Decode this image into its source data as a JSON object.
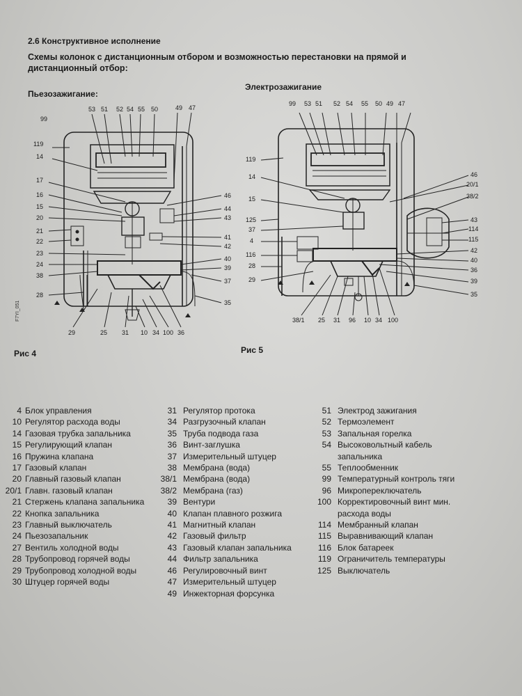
{
  "section": {
    "title": "2.6 Конструктивное исполнение"
  },
  "subtitle": "Схемы колонок с дистанционным отбором и возможностью перестановки на прямой и дистанционный отбор:",
  "figure_left": {
    "heading": "Пьезозажигание:",
    "caption": "Рис 4",
    "side_note": "F7YI_051",
    "labels": [
      "99",
      "53",
      "51",
      "52",
      "54",
      "55",
      "50",
      "49",
      "47",
      "119",
      "14",
      "17",
      "16",
      "15",
      "20",
      "21",
      "22",
      "23",
      "24",
      "38",
      "28",
      "46",
      "44",
      "43",
      "41",
      "42",
      "40",
      "39",
      "37",
      "35",
      "29",
      "25",
      "31",
      "10",
      "34",
      "100",
      "36"
    ]
  },
  "figure_right": {
    "heading": "Электрозажигание",
    "caption": "Рис 5",
    "labels": [
      "99",
      "53",
      "51",
      "52",
      "54",
      "55",
      "50",
      "49",
      "47",
      "119",
      "14",
      "15",
      "125",
      "37",
      "4",
      "116",
      "28",
      "29",
      "46",
      "20/1",
      "38/2",
      "43",
      "114",
      "115",
      "42",
      "40",
      "36",
      "39",
      "35",
      "38/1",
      "25",
      "31",
      "96",
      "10",
      "34",
      "100"
    ]
  },
  "legend": {
    "col1": [
      {
        "num": "4",
        "text": "Блок управления"
      },
      {
        "num": "10",
        "text": "Регулятор расхода воды"
      },
      {
        "num": "14",
        "text": "Газовая трубка запальника"
      },
      {
        "num": "15",
        "text": "Регулирующий клапан"
      },
      {
        "num": "16",
        "text": "Пружина клапана"
      },
      {
        "num": "17",
        "text": "Газовый клапан"
      },
      {
        "num": "20",
        "text": "Главный газовый клапан"
      },
      {
        "num": "20/1",
        "text": "Главн. газовый клапан"
      },
      {
        "num": "21",
        "text": "Стержень клапана запальника"
      },
      {
        "num": "22",
        "text": "Кнопка запальника"
      },
      {
        "num": "23",
        "text": "Главный выключатель"
      },
      {
        "num": "24",
        "text": "Пьезозапальник"
      },
      {
        "num": "27",
        "text": "Вентиль холодной воды"
      },
      {
        "num": "28",
        "text": "Трубопровод горячей воды"
      },
      {
        "num": "29",
        "text": "Трубопровод холодной воды"
      },
      {
        "num": "30",
        "text": "Штуцер горячей воды"
      }
    ],
    "col2": [
      {
        "num": "31",
        "text": "Регулятор протока"
      },
      {
        "num": "34",
        "text": "Разгрузочный клапан"
      },
      {
        "num": "35",
        "text": "Труба подвода газа"
      },
      {
        "num": "36",
        "text": "Винт-заглушка"
      },
      {
        "num": "37",
        "text": "Измерительный штуцер"
      },
      {
        "num": "38",
        "text": "Мембрана (вода)"
      },
      {
        "num": "38/1",
        "text": "Мембрана (вода)"
      },
      {
        "num": "38/2",
        "text": "Мембрана (газ)"
      },
      {
        "num": "39",
        "text": "Вентури"
      },
      {
        "num": "40",
        "text": "Клапан плавного розжига"
      },
      {
        "num": "41",
        "text": "Магнитный клапан"
      },
      {
        "num": "42",
        "text": "Газовый фильтр"
      },
      {
        "num": "43",
        "text": "Газовый клапан запальника"
      },
      {
        "num": "44",
        "text": "Фильтр запальника"
      },
      {
        "num": "46",
        "text": "Регулировочный винт"
      },
      {
        "num": "47",
        "text": "Измерительный штуцер"
      },
      {
        "num": "49",
        "text": "Инжекторная форсунка"
      }
    ],
    "col3": [
      {
        "num": "51",
        "text": "Электрод зажигания"
      },
      {
        "num": "52",
        "text": "Термоэлемент"
      },
      {
        "num": "53",
        "text": "Запальная горелка"
      },
      {
        "num": "54",
        "text": "Высоковольтный кабель запальника"
      },
      {
        "num": "55",
        "text": "Теплообменник"
      },
      {
        "num": "99",
        "text": "Температурный контроль тяги"
      },
      {
        "num": "96",
        "text": "Микропереключатель"
      },
      {
        "num": "100",
        "text": "Корректировочный винт мин. расхода воды"
      },
      {
        "num": "114",
        "text": "Мембранный клапан"
      },
      {
        "num": "115",
        "text": "Выравнивающий клапан"
      },
      {
        "num": "116",
        "text": "Блок батареек"
      },
      {
        "num": "119",
        "text": "Ограничитель температуры"
      },
      {
        "num": "125",
        "text": "Выключатель"
      }
    ]
  }
}
